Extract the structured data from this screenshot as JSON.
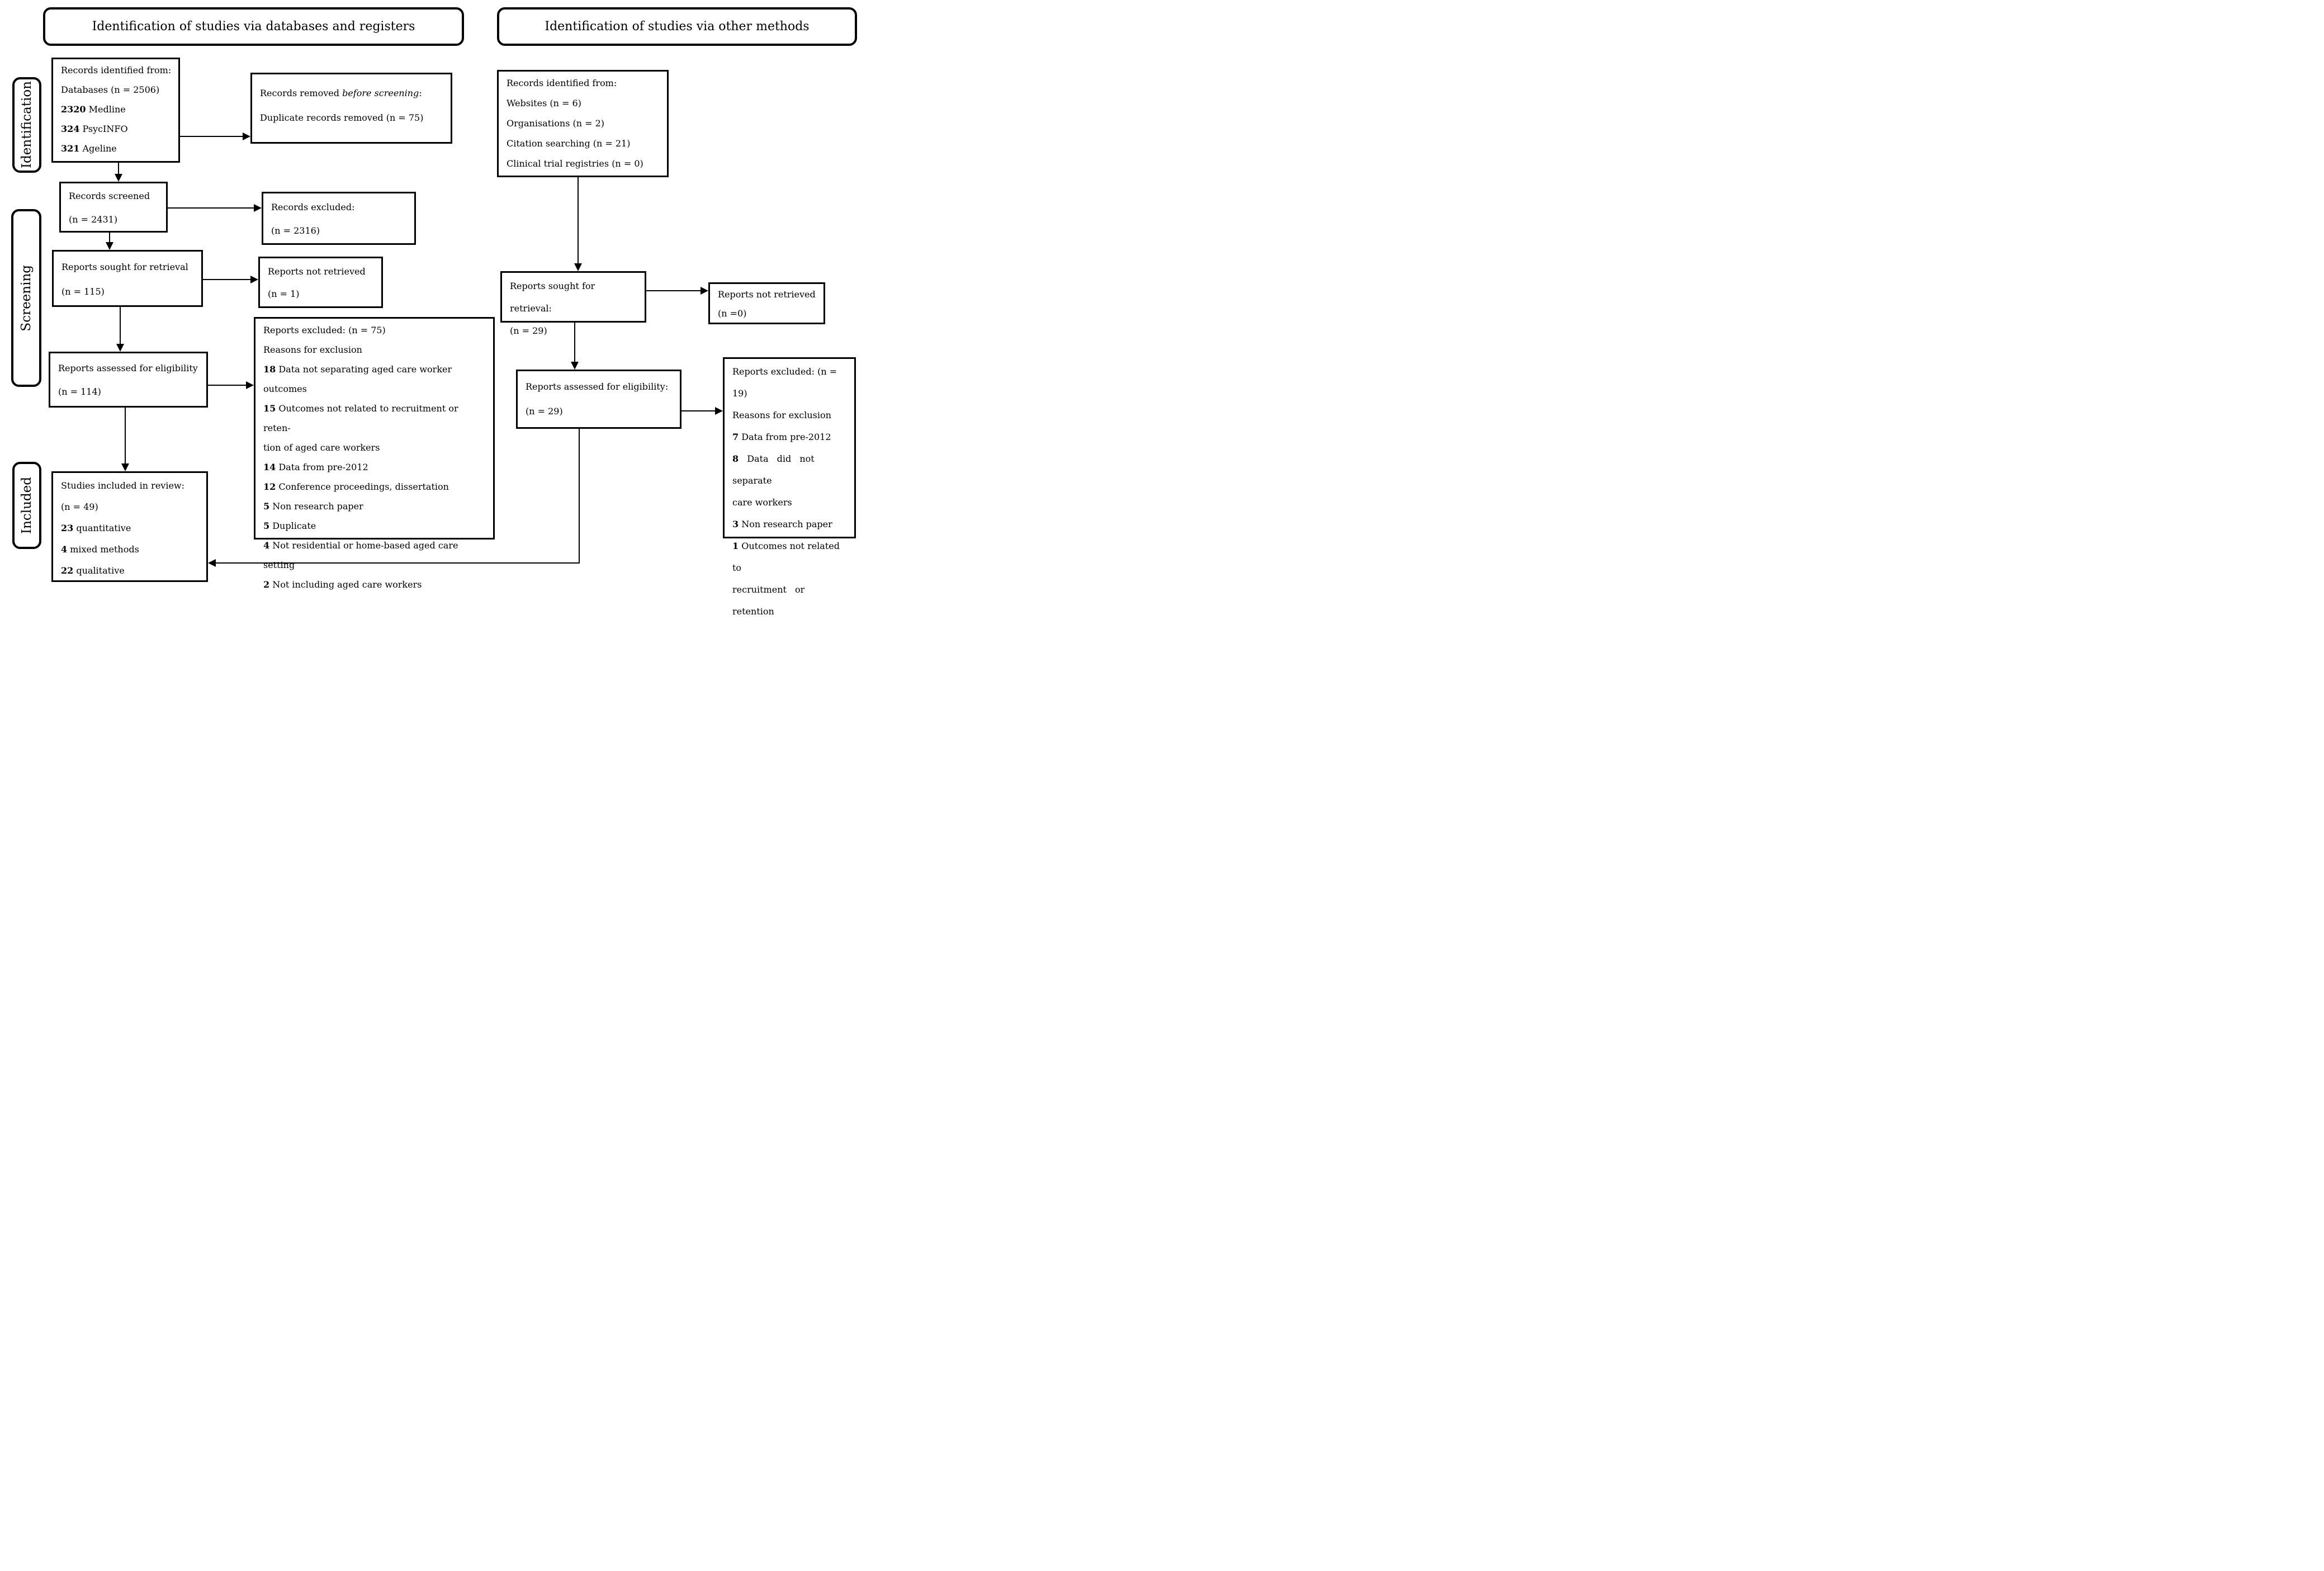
{
  "headers": {
    "left": "Identification of studies via databases and registers",
    "right": "Identification of studies via other methods"
  },
  "side_labels": {
    "identification": "Identification",
    "screening": "Screening",
    "included": "Included"
  },
  "left_column": {
    "records_identified": {
      "lines": [
        [
          {
            "t": "Records identified from:"
          }
        ],
        [
          {
            "t": "Databases (n = 2506)"
          }
        ],
        [
          {
            "t": "2320",
            "b": true
          },
          {
            "t": " Medline"
          }
        ],
        [
          {
            "t": "324",
            "b": true
          },
          {
            "t": " PsycINFO"
          }
        ],
        [
          {
            "t": "321",
            "b": true
          },
          {
            "t": " Ageline"
          }
        ]
      ]
    },
    "records_removed": {
      "lines": [
        [
          {
            "t": "Records removed "
          },
          {
            "t": "before screening",
            "i": true
          },
          {
            "t": ":"
          }
        ],
        [
          {
            "t": "Duplicate records removed (n = 75)"
          }
        ]
      ]
    },
    "records_screened": {
      "lines": [
        [
          {
            "t": "Records screened"
          }
        ],
        [
          {
            "t": "(n = 2431)"
          }
        ]
      ]
    },
    "records_excluded": {
      "lines": [
        [
          {
            "t": "Records excluded:"
          }
        ],
        [
          {
            "t": "(n = 2316)"
          }
        ]
      ]
    },
    "reports_sought": {
      "lines": [
        [
          {
            "t": "Reports sought for retrieval"
          }
        ],
        [
          {
            "t": "(n = 115)"
          }
        ]
      ]
    },
    "reports_not_retrieved": {
      "lines": [
        [
          {
            "t": "Reports not retrieved"
          }
        ],
        [
          {
            "t": "(n = 1)"
          }
        ]
      ]
    },
    "reports_assessed": {
      "lines": [
        [
          {
            "t": "Reports assessed for eligibility"
          }
        ],
        [
          {
            "t": "(n = 114)"
          }
        ]
      ]
    },
    "reports_excluded": {
      "lines": [
        [
          {
            "t": "Reports excluded: (n = 75)"
          }
        ],
        [
          {
            "t": "Reasons for exclusion"
          }
        ],
        [
          {
            "t": "18",
            "b": true
          },
          {
            "t": " Data not separating aged care worker outcomes"
          }
        ],
        [
          {
            "t": "15",
            "b": true
          },
          {
            "t": " Outcomes not related to recruitment or reten-"
          }
        ],
        [
          {
            "t": "tion of aged care workers"
          }
        ],
        [
          {
            "t": "14",
            "b": true
          },
          {
            "t": " Data from pre-2012"
          }
        ],
        [
          {
            "t": "12",
            "b": true
          },
          {
            "t": " Conference proceedings, dissertation"
          }
        ],
        [
          {
            "t": "5",
            "b": true
          },
          {
            "t": " Non research paper"
          }
        ],
        [
          {
            "t": "5",
            "b": true
          },
          {
            "t": " Duplicate"
          }
        ],
        [
          {
            "t": "4",
            "b": true
          },
          {
            "t": " Not residential or home-based aged care setting"
          }
        ],
        [
          {
            "t": "2",
            "b": true
          },
          {
            "t": " Not including aged care workers"
          }
        ]
      ]
    },
    "studies_included": {
      "lines": [
        [
          {
            "t": "Studies included in review:"
          }
        ],
        [
          {
            "t": "(n = 49)"
          }
        ],
        [
          {
            "t": "23",
            "b": true
          },
          {
            "t": " quantitative"
          }
        ],
        [
          {
            "t": "4",
            "b": true
          },
          {
            "t": " mixed methods"
          }
        ],
        [
          {
            "t": "22",
            "b": true
          },
          {
            "t": " qualitative"
          }
        ]
      ]
    }
  },
  "right_column": {
    "records_identified": {
      "lines": [
        [
          {
            "t": "Records identified from:"
          }
        ],
        [
          {
            "t": "Websites (n = 6)"
          }
        ],
        [
          {
            "t": "Organisations (n = 2)"
          }
        ],
        [
          {
            "t": "Citation searching (n = 21)"
          }
        ],
        [
          {
            "t": "Clinical trial registries (n = 0)"
          }
        ]
      ]
    },
    "reports_sought": {
      "lines": [
        [
          {
            "t": "Reports sought for retrieval:"
          }
        ],
        [
          {
            "t": "(n = 29)"
          }
        ]
      ]
    },
    "reports_not_retrieved": {
      "lines": [
        [
          {
            "t": "Reports not retrieved"
          }
        ],
        [
          {
            "t": "(n =0)"
          }
        ]
      ]
    },
    "reports_assessed": {
      "lines": [
        [
          {
            "t": "Reports assessed for eligibility:"
          }
        ],
        [
          {
            "t": "(n = 29)"
          }
        ]
      ]
    },
    "reports_excluded": {
      "lines": [
        [
          {
            "t": "Reports excluded: (n = 19)"
          }
        ],
        [
          {
            "t": "Reasons for exclusion"
          }
        ],
        [
          {
            "t": "7",
            "b": true
          },
          {
            "t": " Data from pre-2012"
          }
        ],
        {
          "j": true,
          "s": [
            {
              "t": "8",
              "b": true
            },
            {
              "t": " Data did not separate"
            }
          ]
        },
        [
          {
            "t": "care workers"
          }
        ],
        [
          {
            "t": "3",
            "b": true
          },
          {
            "t": " Non research paper"
          }
        ],
        [
          {
            "t": "1",
            "b": true
          },
          {
            "t": " Outcomes not related to"
          }
        ],
        {
          "j": true,
          "s": [
            {
              "t": "recruitment or retention"
            }
          ]
        }
      ]
    }
  },
  "colors": {
    "line": "#000000",
    "background": "#ffffff"
  }
}
